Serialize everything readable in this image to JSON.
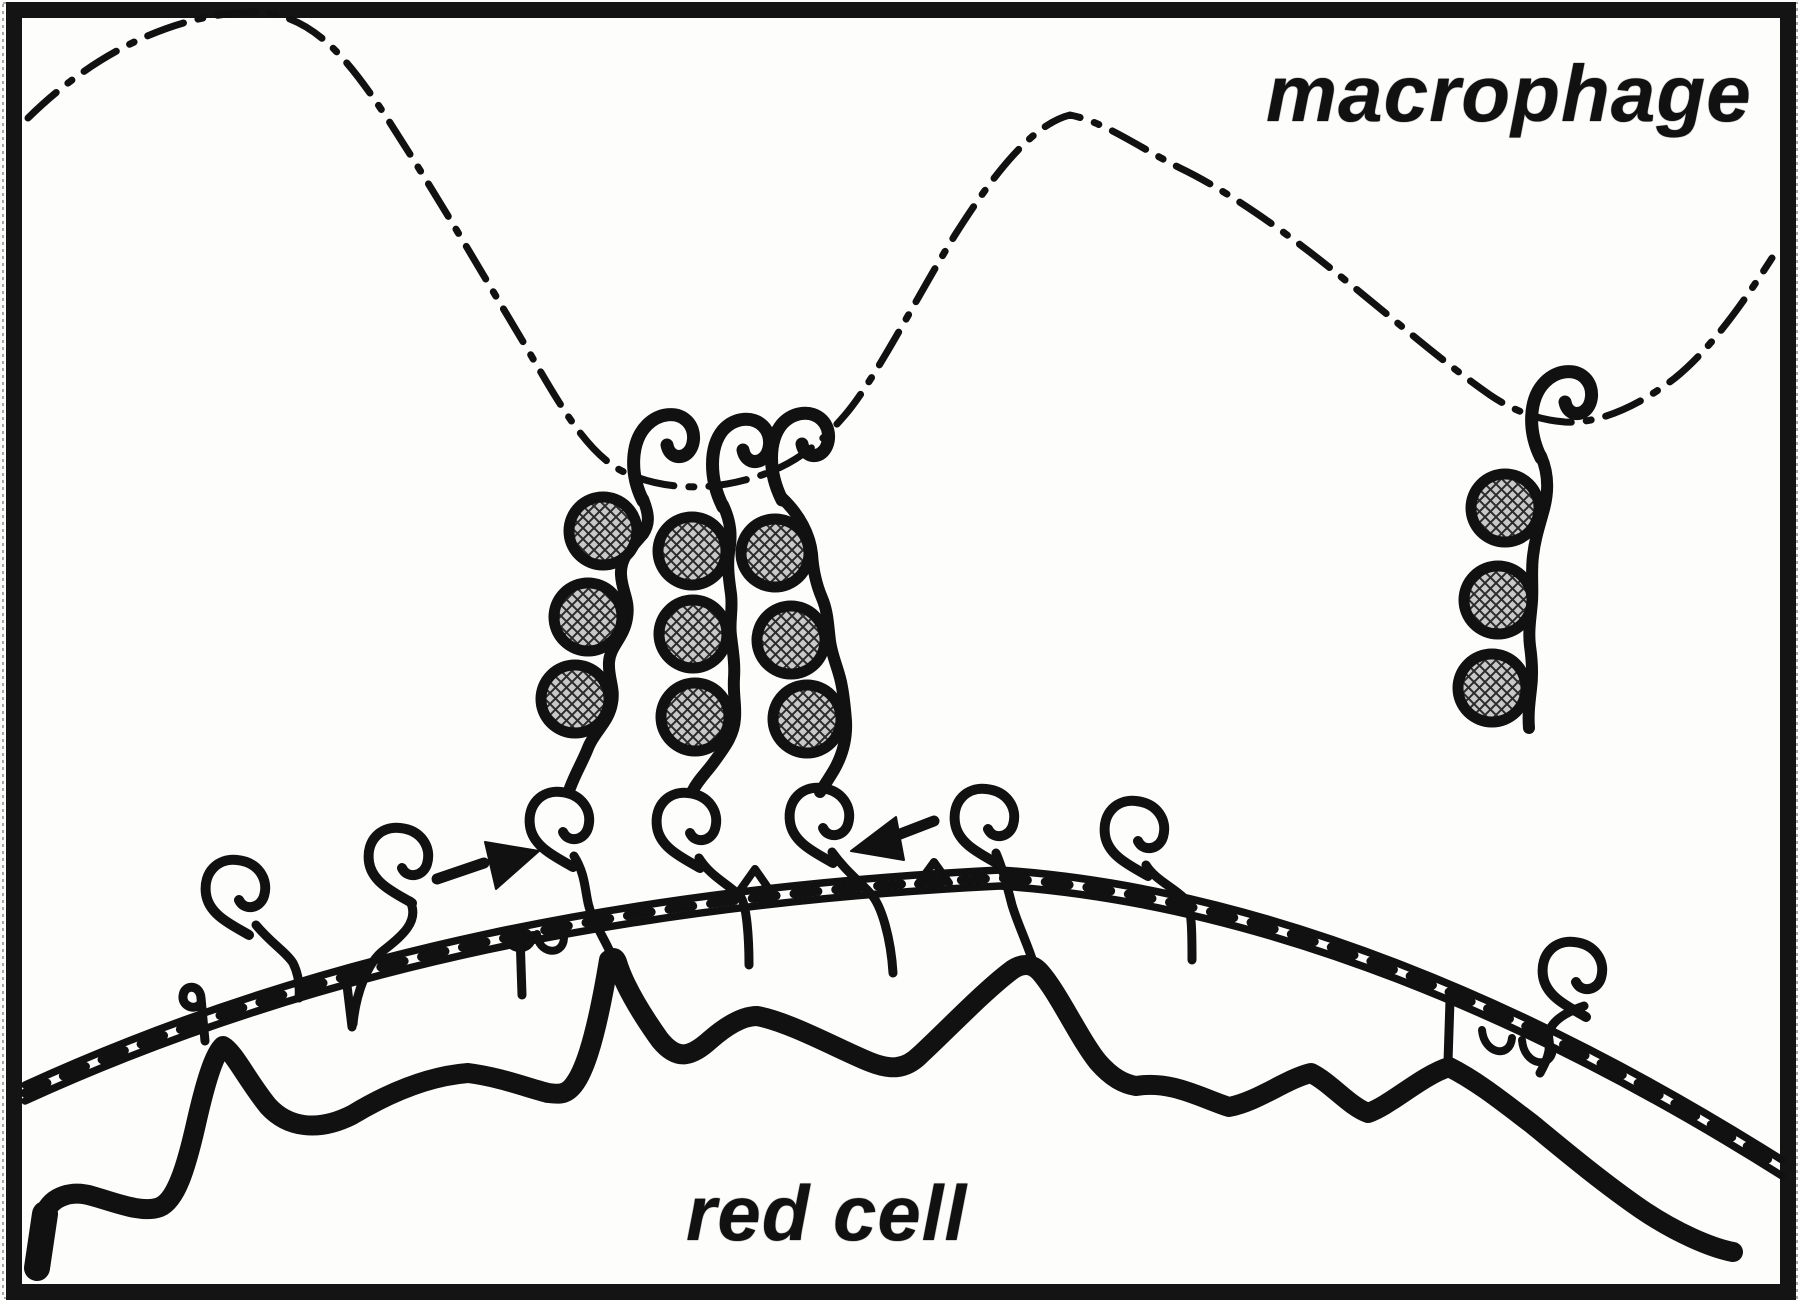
{
  "figure": {
    "type": "hand-drawn biological diagram (scanned, black ink on white)",
    "labels": {
      "macrophage": "macrophage",
      "red_cell": "red cell"
    },
    "colors": {
      "ink": "#111111",
      "paper": "#fdfdfc",
      "frame": "#141414",
      "bead_fill": "#c8c8c8",
      "bead_hatch": "#2b2b2b",
      "scan_edge": "#a9a9a9"
    },
    "structures": {
      "bound_receptor_chains": 3,
      "free_receptor_chains": 1,
      "beads_per_chain": 3,
      "membrane_loop_proteins": 8,
      "pointer_arrows": 2
    }
  }
}
